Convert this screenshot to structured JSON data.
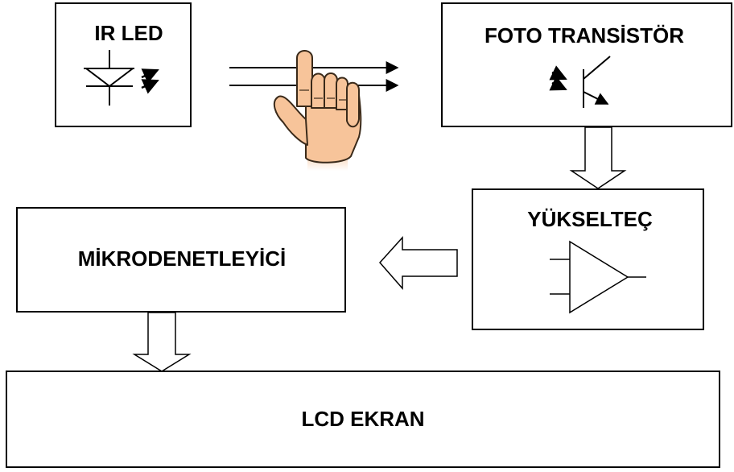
{
  "blocks": {
    "ir_led": "IR LED",
    "photo_transistor": "FOTO TRANSİSTÖR",
    "amplifier": "YÜKSELTEÇ",
    "microcontroller": "MİKRODENETLEYİCİ",
    "lcd": "LCD EKRAN"
  },
  "colors": {
    "stroke": "#000000",
    "background": "#ffffff",
    "hand_fill": "#f7c49a",
    "hand_stroke": "#3a2a1a",
    "hand_cuff": "#ffe6cc"
  }
}
